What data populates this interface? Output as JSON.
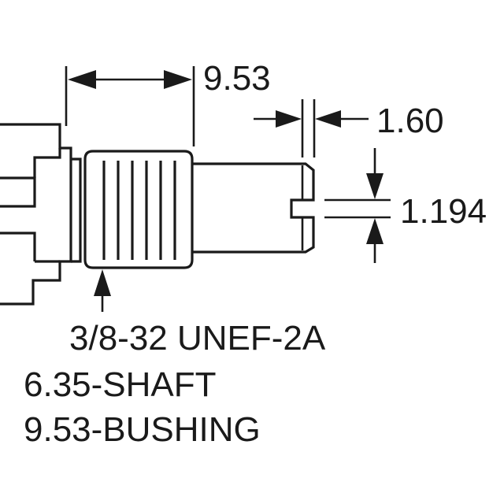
{
  "dimensions": {
    "bushing_length": "9.53",
    "slot_depth": "1.60",
    "slot_width": "1.194"
  },
  "notes": {
    "thread": "3/8-32 UNEF-2A",
    "shaft": "6.35-SHAFT",
    "bushing": "9.53-BUSHING"
  }
}
